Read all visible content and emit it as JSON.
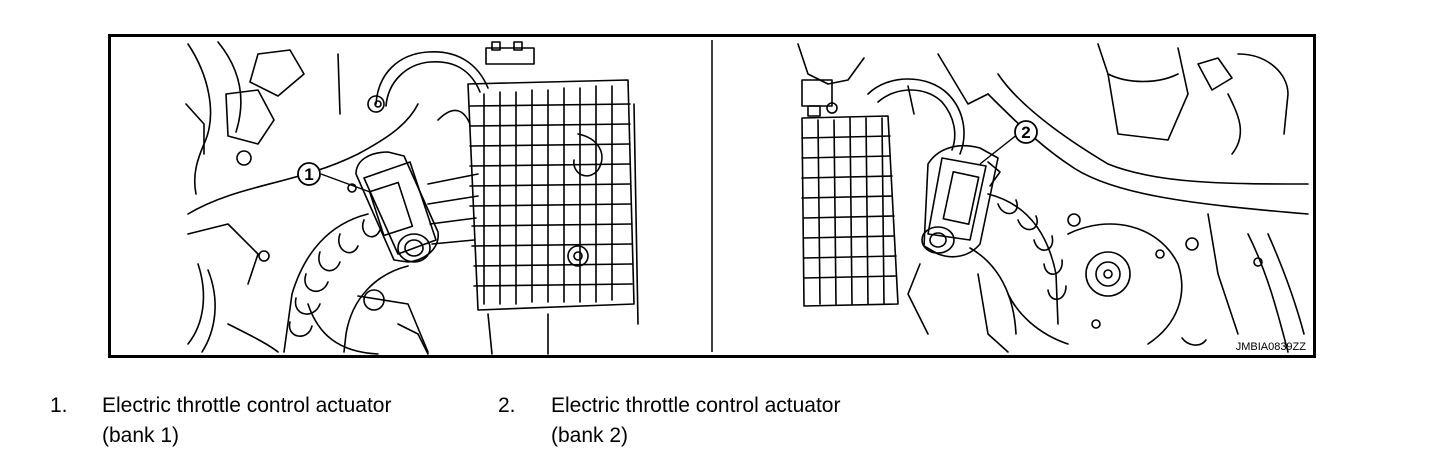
{
  "figure": {
    "code": "JMBIA0839ZZ",
    "callouts": [
      "1",
      "2"
    ]
  },
  "legend": [
    {
      "number": "1.",
      "text_line1": "Electric throttle control actuator",
      "text_line2": "(bank 1)"
    },
    {
      "number": "2.",
      "text_line1": "Electric throttle control actuator",
      "text_line2": "(bank 2)"
    }
  ]
}
